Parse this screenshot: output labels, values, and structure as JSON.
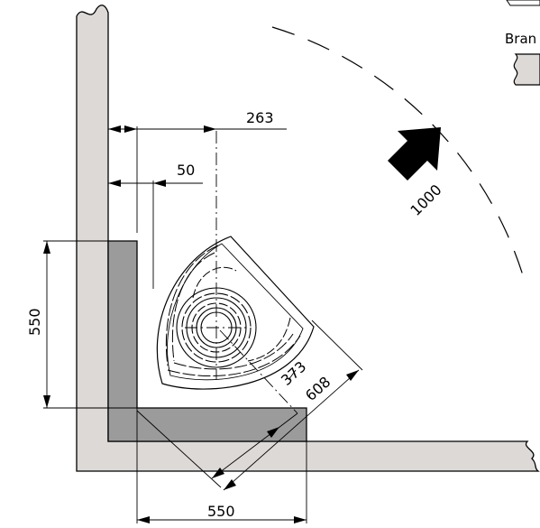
{
  "colors": {
    "wall_fill": "#ddd9d6",
    "protection_fill": "#9b9b9b",
    "line": "#000000",
    "background": "#ffffff"
  },
  "dimensions": {
    "top_width": "263",
    "inner_offset": "50",
    "side_height": "550",
    "bottom_width": "550",
    "inner_diagonal": "373",
    "outer_diagonal": "608",
    "clearance_radius": "1000"
  },
  "legend": {
    "label": "Bran"
  },
  "icons": {
    "arrow": "direction-arrow-icon",
    "wall_break": "wall-break-icon"
  }
}
